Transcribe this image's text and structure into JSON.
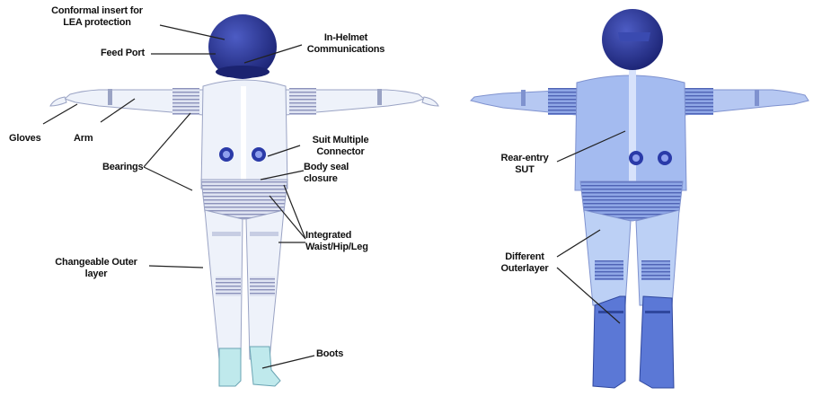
{
  "labels": {
    "conformal_insert_line1": "Conformal insert for",
    "conformal_insert_line2": "LEA protection",
    "feed_port": "Feed Port",
    "in_helmet_line1": "In-Helmet",
    "in_helmet_line2": "Communications",
    "gloves": "Gloves",
    "arm": "Arm",
    "suit_connector_line1": "Suit Multiple",
    "suit_connector_line2": "Connector",
    "bearings": "Bearings",
    "body_seal_line1": "Body seal",
    "body_seal_line2": "closure",
    "integrated_line1": "Integrated",
    "integrated_line2": "Waist/Hip/Leg",
    "changeable_line1": "Changeable Outer",
    "changeable_line2": "layer",
    "boots": "Boots",
    "rear_entry_line1": "Rear-entry",
    "rear_entry_line2": "SUT",
    "different_line1": "Different",
    "different_line2": "Outerlayer"
  },
  "colors": {
    "helmet": "#2e3a9e",
    "helmet_dark": "#1b2370",
    "suit_front": "#e9eef8",
    "suit_rear": "#a9bff0",
    "boots_front": "#b7e6ea",
    "boots_rear": "#5a78d8",
    "stripes": "#8a90b8",
    "leader_line": "#222222"
  }
}
